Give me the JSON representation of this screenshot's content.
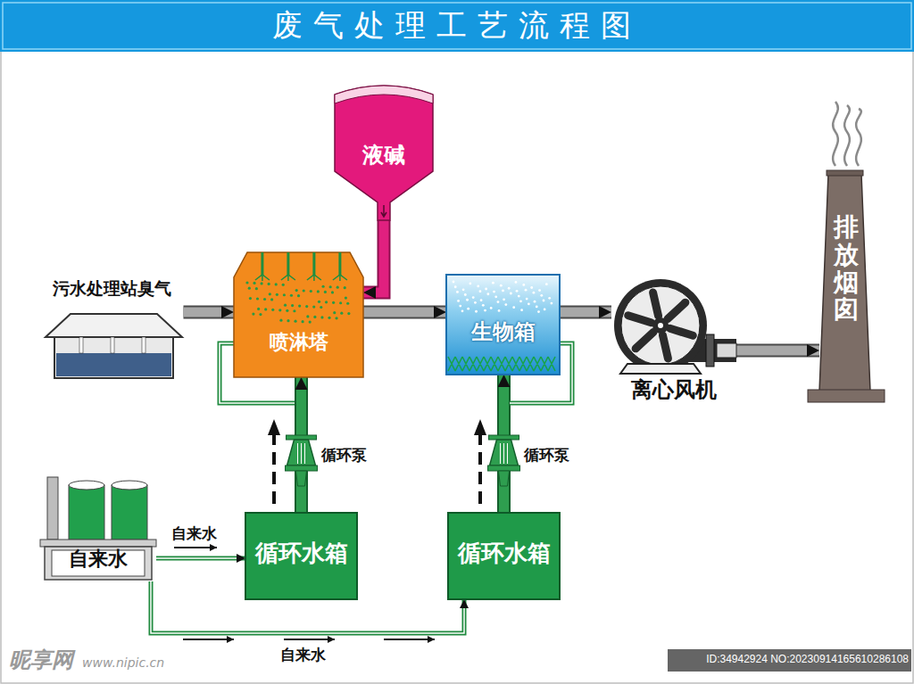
{
  "diagram": {
    "title": "废气处理工艺流程图",
    "nodes": [
      {
        "text": [
          "液碱"
        ]
      },
      {
        "text": [
          "污水处理站臭气"
        ]
      },
      {
        "text": [
          "喷淋塔"
        ]
      },
      {
        "text": [
          "生物箱"
        ]
      },
      {
        "text": [
          "离心风机"
        ]
      },
      {
        "text": [
          "排放烟囱"
        ]
      },
      {
        "text": [
          "自来水"
        ]
      },
      {
        "text": [
          "循环水箱"
        ]
      },
      {
        "text": [
          "循环水箱"
        ]
      }
    ],
    "edges": [
      {
        "from": 1,
        "to": 2,
        "arrow": "to"
      },
      {
        "from": 0,
        "to": 2,
        "arrow": "to"
      },
      {
        "from": 2,
        "to": 3,
        "arrow": "to"
      },
      {
        "from": 3,
        "to": 4,
        "arrow": "to"
      },
      {
        "from": 4,
        "to": 5,
        "arrow": "to"
      },
      {
        "from": 7,
        "to": 2,
        "arrow": "to",
        "label": "循环泵"
      },
      {
        "from": 8,
        "to": 3,
        "arrow": "to",
        "label": "循环泵"
      },
      {
        "from": 6,
        "to": 7,
        "arrow": "to",
        "label": "自来水"
      },
      {
        "from": 6,
        "to": 8,
        "arrow": "to",
        "label": "自来水"
      }
    ],
    "labels": [
      "昵享网",
      "www.nipic.cn",
      "ID:34942924 NO:20230914165610286108"
    ]
  }
}
